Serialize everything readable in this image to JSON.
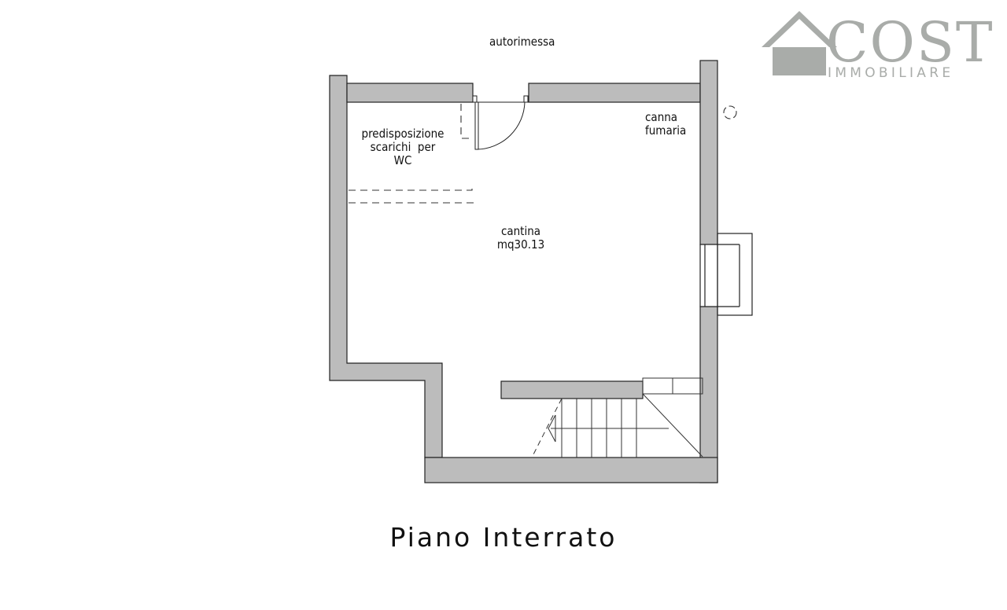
{
  "rooms": {
    "garage": "autorimessa",
    "cellar_name": "cantina",
    "cellar_area": "mq30.13",
    "chimney_line1": "canna",
    "chimney_line2": "fumaria",
    "wc_line1": "predisposizione",
    "wc_line2": "scarichi  per",
    "wc_line3": "WC"
  },
  "caption": "Piano Interrato",
  "logo": {
    "brand": "COST",
    "tagline": "IMMOBILIARE",
    "color": "#a9aca9"
  },
  "colors": {
    "wall_fill": "#bcbcbc",
    "wall_stroke": "#222222",
    "line": "#333333"
  }
}
